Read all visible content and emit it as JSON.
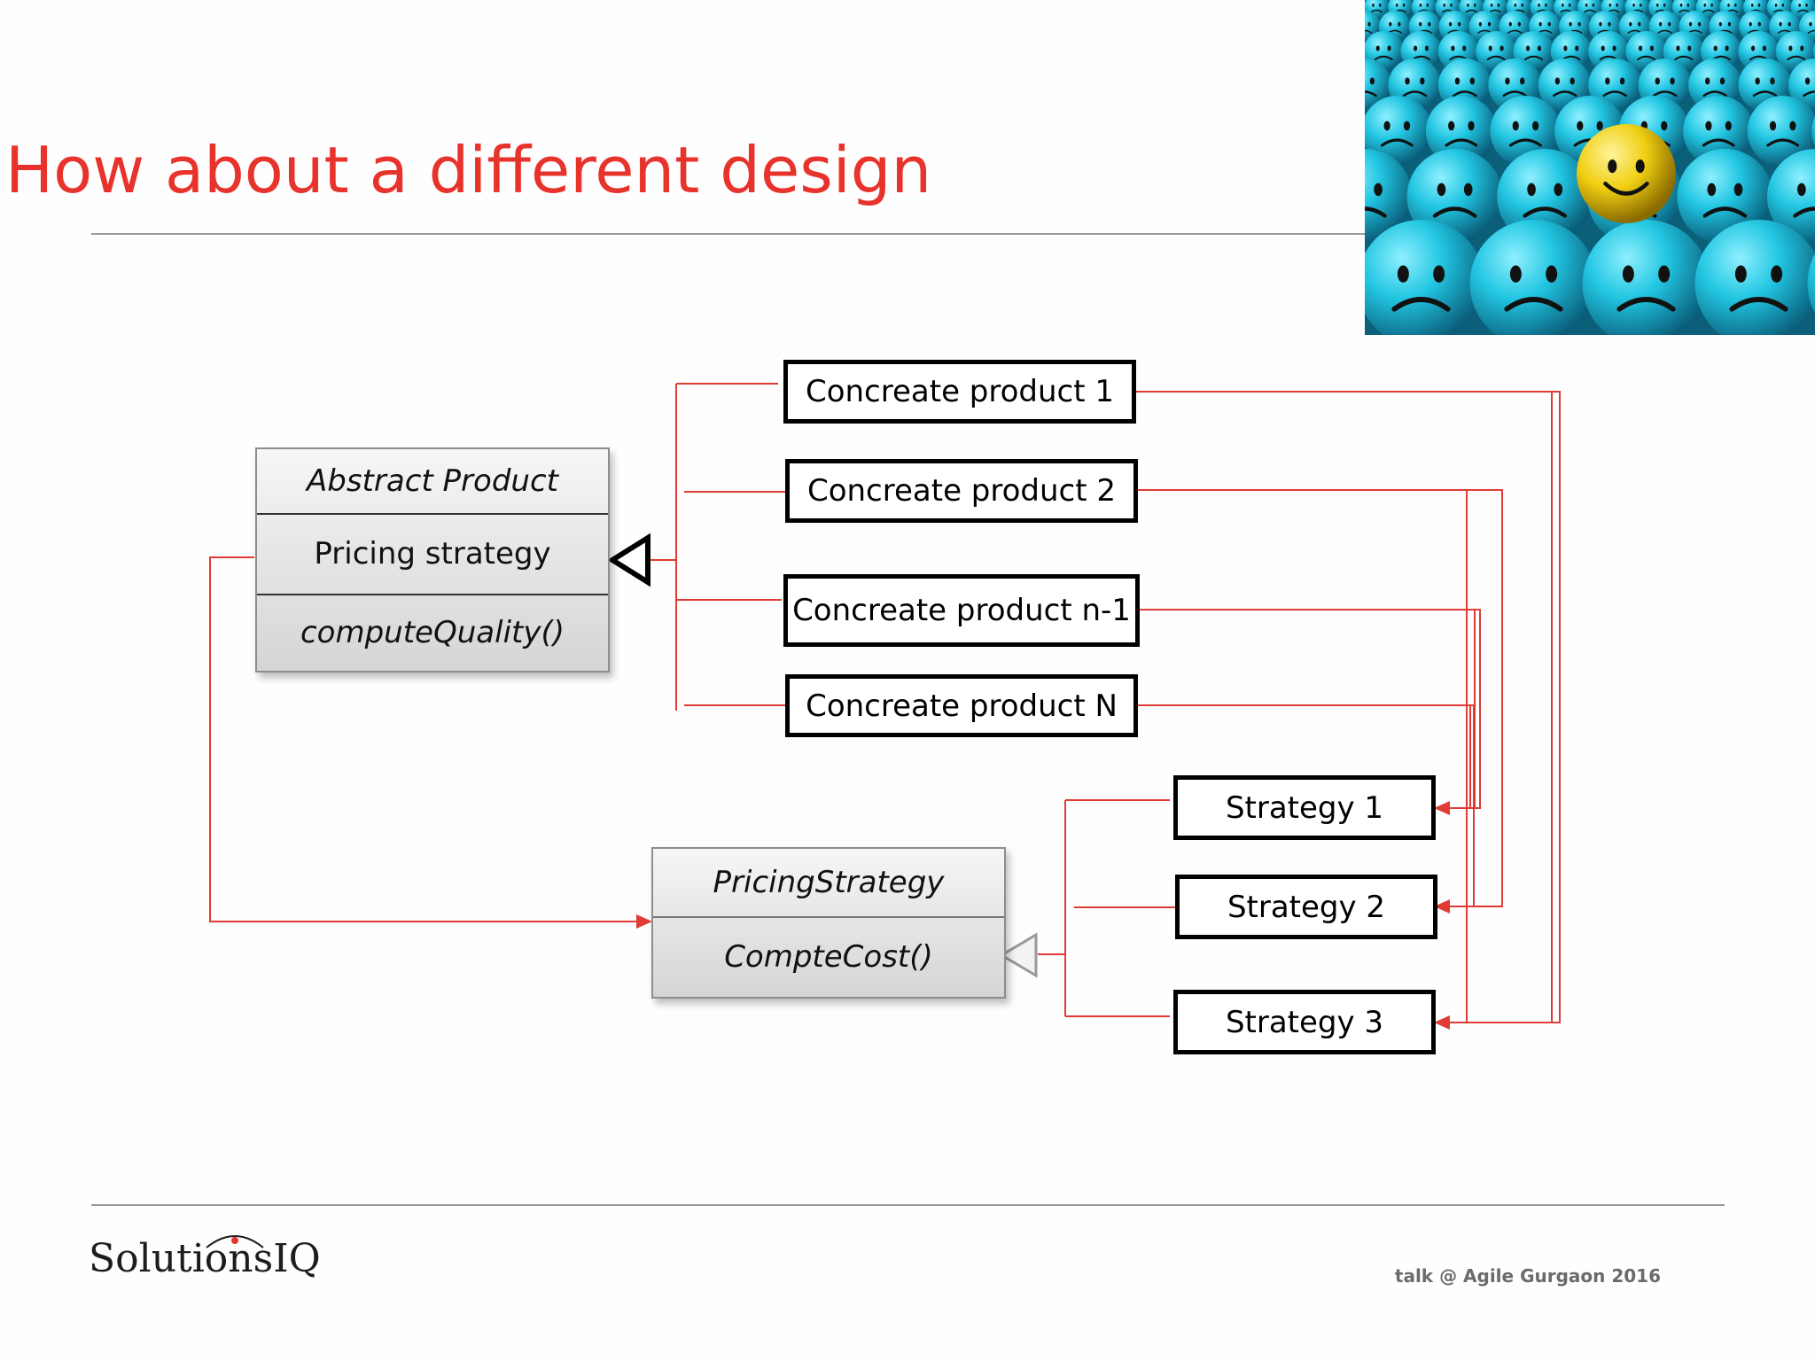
{
  "slide": {
    "title": "How about a different design",
    "footer_note": "talk @ Agile Gurgaon 2016",
    "logo_text": "SolutionsIQ"
  },
  "colors": {
    "title": "#e8332c",
    "connector": "#e03b35",
    "photo_ball": "#23c4e0",
    "photo_highlight": "#f1d21a"
  },
  "image": {
    "subject": "sad blue smiley balls with one happy yellow smiley"
  },
  "diagram": {
    "abstract_product": {
      "name": "Abstract Product",
      "attribute": "Pricing strategy",
      "method": "computeQuality()"
    },
    "pricing_strategy": {
      "name": "PricingStrategy",
      "method": "CompteCost()"
    },
    "products": [
      "Concreate product 1",
      "Concreate product 2",
      "Concreate product n-1",
      "Concreate product N"
    ],
    "strategies": [
      "Strategy 1",
      "Strategy 2",
      "Strategy 3"
    ]
  }
}
